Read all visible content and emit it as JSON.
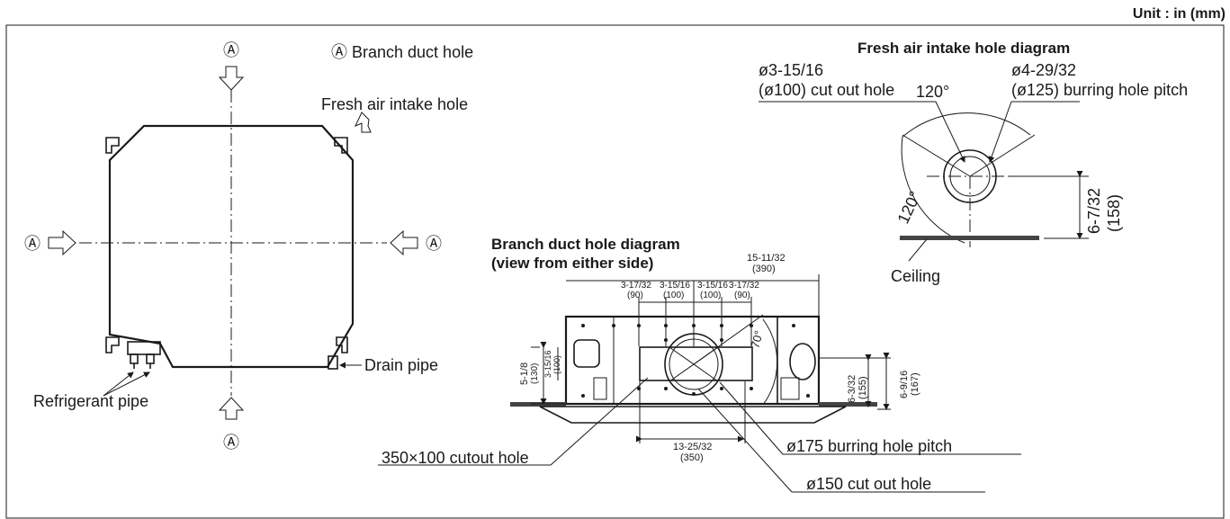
{
  "unit_label": "Unit : in (mm)",
  "top_view": {
    "marker": "Ⓐ",
    "legend": "Ⓐ  Branch duct hole",
    "fresh_air_label": "Fresh air intake hole",
    "drain_label": "Drain pipe",
    "refrigerant_label": "Refrigerant pipe"
  },
  "fresh_air_diagram": {
    "title": "Fresh air intake hole diagram",
    "cut_hole_line1": "ø3-15/16",
    "cut_hole_line2": "(ø100) cut out hole",
    "burring_line1": "ø4-29/32",
    "burring_line2": "(ø125) burring hole pitch",
    "angle_top": "120°",
    "angle_left": "120°",
    "height_in": "6-7/32",
    "height_mm": "(158)",
    "ceiling_label": "Ceiling"
  },
  "branch_diagram": {
    "title_line1": "Branch duct hole diagram",
    "title_line2": "(view from either side)",
    "dim_total_in": "15-11/32",
    "dim_total_mm": "(390)",
    "dims_top": [
      {
        "in": "3-17/32",
        "mm": "(90)"
      },
      {
        "in": "3-15/16",
        "mm": "(100)"
      },
      {
        "in": "3-15/16",
        "mm": "(100)"
      },
      {
        "in": "3-17/32",
        "mm": "(90)"
      }
    ],
    "angle_label": "70°",
    "left_dim1_in": "5-1/8",
    "left_dim1_mm": "(130)",
    "left_dim2_in": "3-15/16",
    "left_dim2_mm": "(100)",
    "right_dim1_in": "6-3/32",
    "right_dim1_mm": "(155)",
    "right_dim2_in": "6-9/16",
    "right_dim2_mm": "(167)",
    "bottom_dim_in": "13-25/32",
    "bottom_dim_mm": "(350)",
    "cutout_label": "350×100 cutout hole",
    "burring_label": "ø175 burring hole pitch",
    "cut_label": "ø150 cut out hole"
  }
}
